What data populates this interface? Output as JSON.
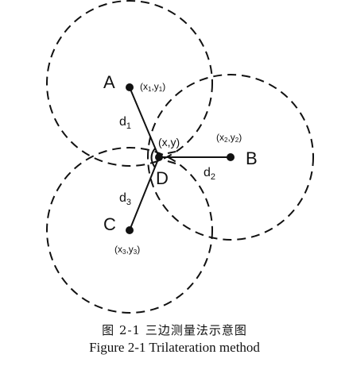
{
  "diagram": {
    "nodes": [
      {
        "label": "A",
        "coord_base": "(x",
        "coord_sub": "1",
        "coord_mid": ",y",
        "coord_sub2": "1",
        "coord_end": ")"
      },
      {
        "label": "B",
        "coord_base": "(x",
        "coord_sub": "2",
        "coord_mid": ",y",
        "coord_sub2": "2",
        "coord_end": ")"
      },
      {
        "label": "C",
        "coord_base": "(x",
        "coord_sub": "3",
        "coord_mid": ",y",
        "coord_sub2": "3",
        "coord_end": ")"
      },
      {
        "label": "D",
        "coord": "(x,y)"
      }
    ],
    "distances": [
      {
        "base": "d",
        "sub": "1"
      },
      {
        "base": "d",
        "sub": "2"
      },
      {
        "base": "d",
        "sub": "3"
      }
    ]
  },
  "caption": {
    "chinese": "图 2-1  三边测量法示意图",
    "english": "Figure 2-1 Trilateration method"
  }
}
